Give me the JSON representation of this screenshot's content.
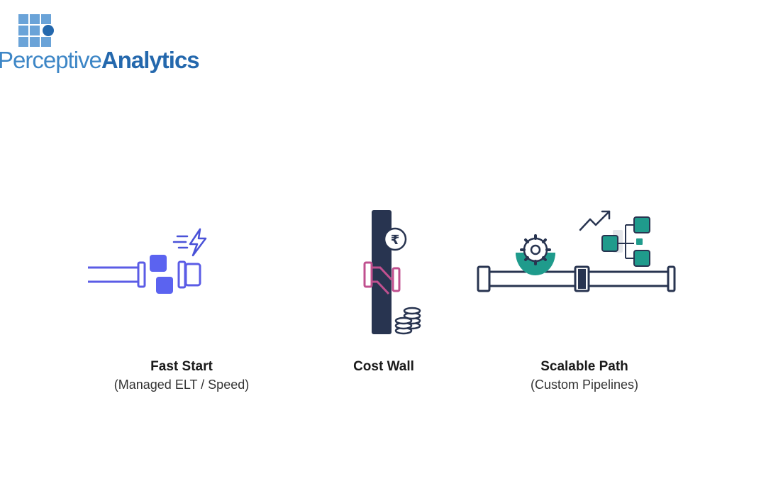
{
  "brand": {
    "name_light": "Perceptive",
    "name_bold": "Analytics",
    "colors": {
      "light": "#3d86c6",
      "dark": "#2468ad",
      "grid": "#6aa3d8"
    }
  },
  "stages": {
    "fast_start": {
      "title": "Fast Start",
      "subtitle": "(Managed ELT / Speed)"
    },
    "cost_wall": {
      "title": "Cost Wall",
      "subtitle": ""
    },
    "scalable_path": {
      "title": "Scalable Path",
      "subtitle": "(Custom Pipelines)"
    }
  },
  "icons": {
    "wall_badge_symbol": "₹",
    "lightning": "lightning-icon",
    "coins": "coin-stack-icon",
    "gear": "gear-icon",
    "trend": "trend-arrow-icon",
    "hierarchy": "hierarchy-icon"
  },
  "colors": {
    "pipe_blue": "#5b5ce6",
    "pipe_pink": "#c0508f",
    "pipe_dark": "#283450",
    "wall": "#283450",
    "teal": "#1f9b8c",
    "square_blue": "#5b63f0"
  }
}
